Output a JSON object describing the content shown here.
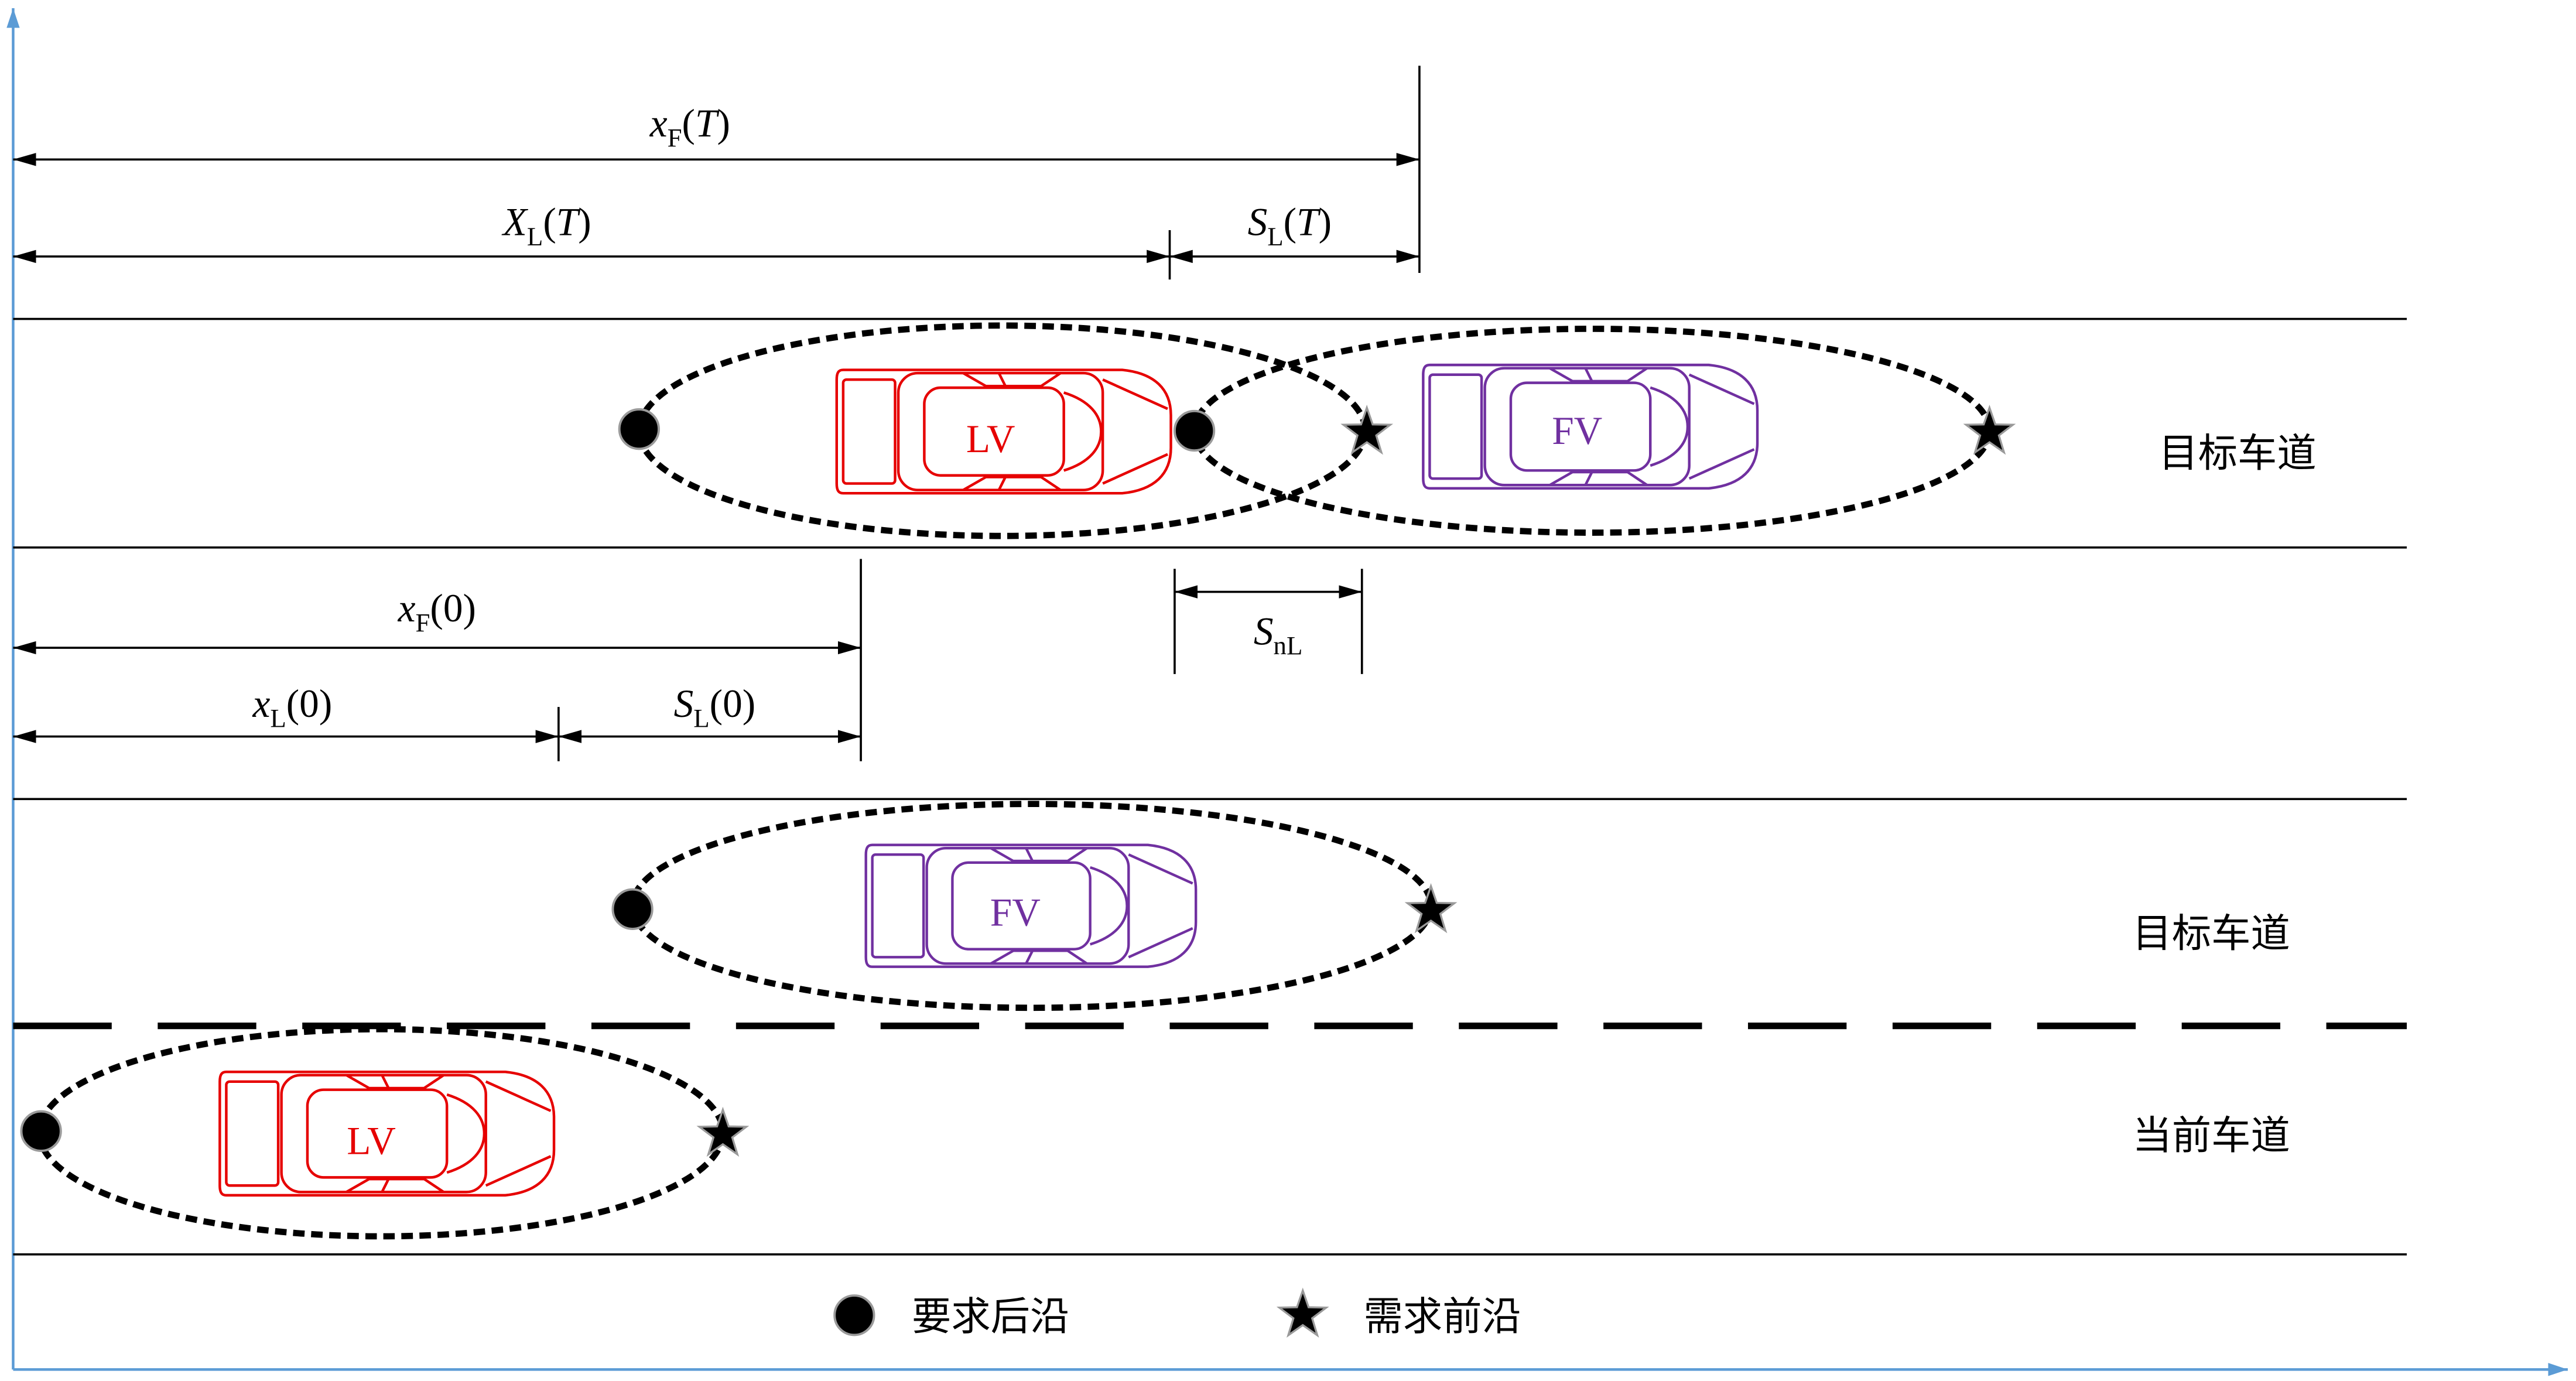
{
  "dimensions": {
    "xF_T": {
      "symbol": "x",
      "subscript": "F",
      "argument": "(T)"
    },
    "XL_T": {
      "symbol": "X",
      "subscript": "L",
      "argument": "(T)"
    },
    "SL_T": {
      "symbol": "S",
      "subscript": "L",
      "argument": "(T)"
    },
    "xF_0": {
      "symbol": "x",
      "subscript": "F",
      "argument": "(0)"
    },
    "xL_0": {
      "symbol": "x",
      "subscript": "L",
      "argument": "(0)"
    },
    "SL_0": {
      "symbol": "S",
      "subscript": "L",
      "argument": "(0)"
    },
    "SnL": {
      "symbol": "S",
      "subscript": "nL"
    }
  },
  "lanes": [
    {
      "label": "目标车道"
    },
    {
      "label": "目标车道"
    },
    {
      "label": "当前车道"
    }
  ],
  "vehicles": [
    {
      "label": "LV"
    },
    {
      "label": "FV"
    },
    {
      "label": "FV"
    },
    {
      "label": "LV"
    }
  ],
  "legend": [
    {
      "icon": "dot-icon",
      "label": "要求后沿"
    },
    {
      "icon": "star-icon",
      "label": "需求前沿"
    }
  ],
  "colors": {
    "axis": "#5b9bd5",
    "leading_vehicle": "#e60000",
    "following_vehicle": "#7030a0",
    "markers": "#000000"
  }
}
